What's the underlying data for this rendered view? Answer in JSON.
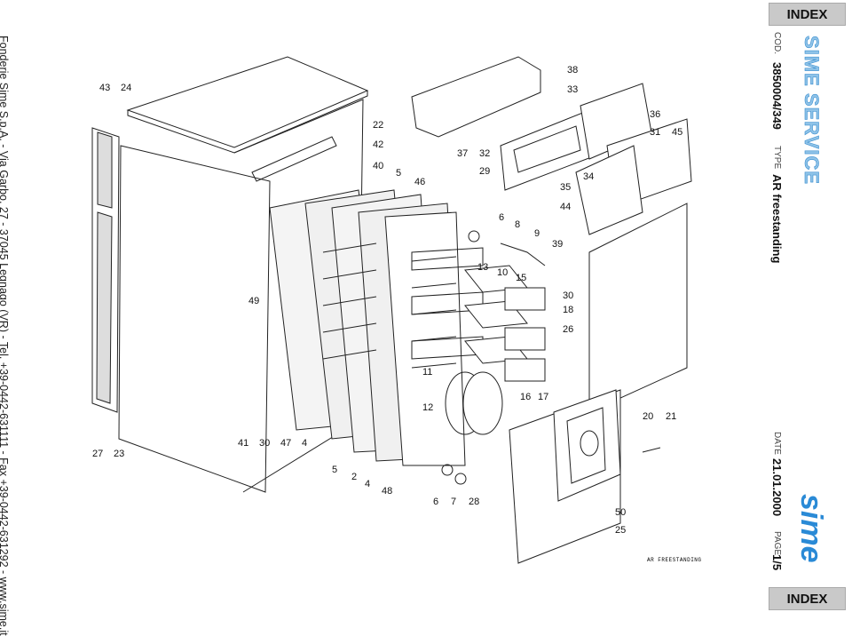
{
  "nav": {
    "index_top": "INDEX",
    "index_bottom": "INDEX"
  },
  "footer": {
    "address": "Fonderie Sime S.p.A. - Via Garbo, 27 - 37045 Legnago (VR) - Tel. +39-0442-631111 - Fax +39-0442-631292 - www.sime.it"
  },
  "sidebar": {
    "cod_label": "COD.",
    "cod_value": "3850004/349",
    "type_label": "TYPE",
    "type_value": "AR freestanding",
    "date_label": "DATE",
    "date_value": "21.01.2000",
    "page_label": "PAGE",
    "page_value": "1/5"
  },
  "brand": {
    "service": "SIME SERVICE",
    "logo": "sime"
  },
  "drawing": {
    "caption": "AR FREESTANDING",
    "callouts": [
      "43",
      "24",
      "22",
      "42",
      "40",
      "5",
      "46",
      "38",
      "33",
      "36",
      "31",
      "45",
      "37",
      "32",
      "29",
      "35",
      "34",
      "44",
      "6",
      "8",
      "9",
      "39",
      "13",
      "10",
      "15",
      "30",
      "18",
      "26",
      "49",
      "11",
      "12",
      "16",
      "17",
      "20",
      "21",
      "41",
      "30",
      "47",
      "4",
      "27",
      "23",
      "5",
      "2",
      "4",
      "48",
      "6",
      "7",
      "28",
      "50",
      "25"
    ]
  },
  "colors": {
    "brand_blue": "#2a8ad6",
    "index_bg": "#c9c9c9"
  }
}
